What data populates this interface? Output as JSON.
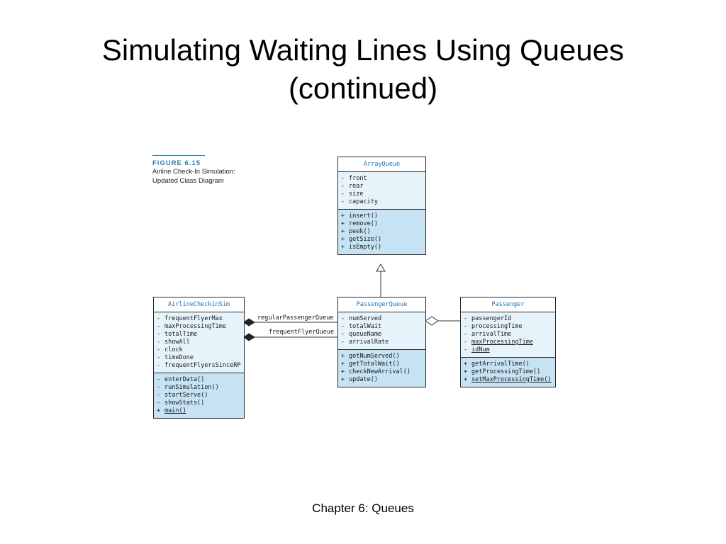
{
  "slide": {
    "title_line1": "Simulating Waiting Lines Using Queues",
    "title_line2": "(continued)",
    "footer": "Chapter 6: Queues"
  },
  "figure": {
    "label": "FIGURE 6.15",
    "caption_line1": "Airline Check-In Simulation:",
    "caption_line2": "Updated Class Diagram"
  },
  "classes": {
    "array_queue": {
      "name": "ArrayQueue",
      "attributes": [
        {
          "vis": "-",
          "name": "front"
        },
        {
          "vis": "-",
          "name": "rear"
        },
        {
          "vis": "-",
          "name": "size"
        },
        {
          "vis": "-",
          "name": "capacity"
        }
      ],
      "operations": [
        {
          "vis": "+",
          "name": "insert()"
        },
        {
          "vis": "+",
          "name": "remove()"
        },
        {
          "vis": "+",
          "name": "peek()"
        },
        {
          "vis": "+",
          "name": "getSize()"
        },
        {
          "vis": "+",
          "name": "isEmpty()"
        }
      ]
    },
    "airline_checkin_sim": {
      "name": "AirlineCheckinSim",
      "attributes": [
        {
          "vis": "-",
          "name": "frequentFlyerMax"
        },
        {
          "vis": "-",
          "name": "maxProcessingTime"
        },
        {
          "vis": "-",
          "name": "totalTime"
        },
        {
          "vis": "-",
          "name": "showAll"
        },
        {
          "vis": "-",
          "name": "clock"
        },
        {
          "vis": "-",
          "name": "timeDone"
        },
        {
          "vis": "-",
          "name": "frequentFlyersSinceRP"
        }
      ],
      "operations": [
        {
          "vis": "-",
          "name": "enterData()"
        },
        {
          "vis": "-",
          "name": "runSimulation()"
        },
        {
          "vis": "-",
          "name": "startServe()"
        },
        {
          "vis": "-",
          "name": "showStats()"
        },
        {
          "vis": "+",
          "name": "main()",
          "underline": true
        }
      ]
    },
    "passenger_queue": {
      "name": "PassengerQueue",
      "attributes": [
        {
          "vis": "-",
          "name": "numServed"
        },
        {
          "vis": "-",
          "name": "totalWait"
        },
        {
          "vis": "-",
          "name": "queueName"
        },
        {
          "vis": "-",
          "name": "arrivalRate"
        }
      ],
      "operations": [
        {
          "vis": "+",
          "name": "getNumServed()"
        },
        {
          "vis": "+",
          "name": "getTotalWait()"
        },
        {
          "vis": "+",
          "name": "checkNewArrival()"
        },
        {
          "vis": "+",
          "name": "update()"
        }
      ]
    },
    "passenger": {
      "name": "Passenger",
      "attributes": [
        {
          "vis": "-",
          "name": "passengerId"
        },
        {
          "vis": "-",
          "name": "processingTime"
        },
        {
          "vis": "-",
          "name": "arrivalTime"
        },
        {
          "vis": "-",
          "name": "maxProcessingTime",
          "underline": true
        },
        {
          "vis": "-",
          "name": "idNum",
          "underline": true
        }
      ],
      "operations": [
        {
          "vis": "+",
          "name": "getArrivalTime()"
        },
        {
          "vis": "+",
          "name": "getProcessingTime()"
        },
        {
          "vis": "+",
          "name": "setMaxProcessingTime()",
          "underline": true
        }
      ]
    }
  },
  "associations": {
    "regular": "regularPassengerQueue",
    "frequent": "frequentFlyerQueue"
  }
}
